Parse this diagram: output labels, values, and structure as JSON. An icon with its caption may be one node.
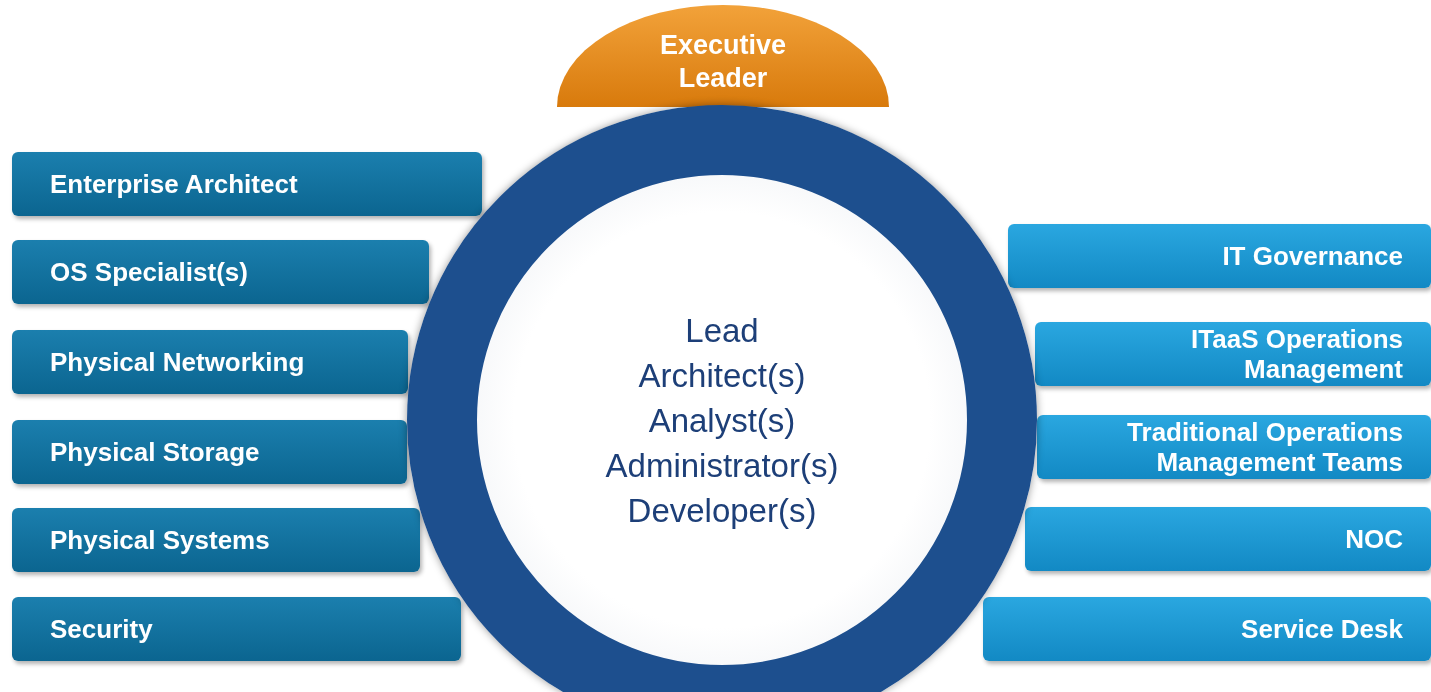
{
  "diagram": {
    "nodes": [
      {
        "text": [
          "Executive Leader"
        ]
      },
      {
        "text": [
          "Lead",
          "Architect(s)",
          "Analyst(s)",
          "Administrator(s)",
          "Developer(s)"
        ]
      },
      {
        "text": [
          "Enterprise Architect"
        ]
      },
      {
        "text": [
          "OS Specialist(s)"
        ]
      },
      {
        "text": [
          "Physical Networking"
        ]
      },
      {
        "text": [
          "Physical Storage"
        ]
      },
      {
        "text": [
          "Physical Systems"
        ]
      },
      {
        "text": [
          "Security"
        ]
      },
      {
        "text": [
          "IT Governance"
        ]
      },
      {
        "text": [
          "ITaaS Operations Management"
        ]
      },
      {
        "text": [
          "Traditional Operations Management Teams"
        ]
      },
      {
        "text": [
          "NOC"
        ]
      },
      {
        "text": [
          "Service Desk"
        ]
      }
    ]
  }
}
